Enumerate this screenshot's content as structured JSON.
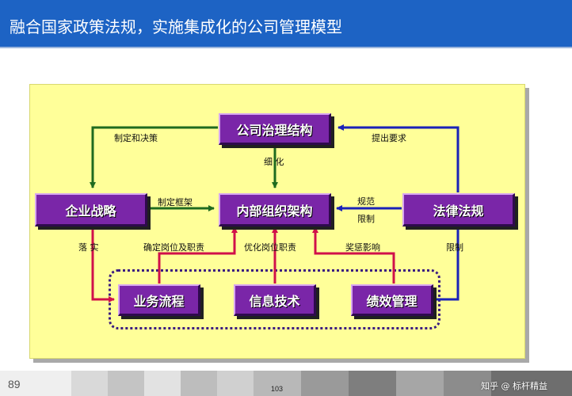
{
  "header": {
    "title": "融合国家政策法规，实施集成化的公司管理模型"
  },
  "nodes": {
    "governance": "公司治理结构",
    "strategy": "企业战略",
    "internal_org": "内部组织架构",
    "laws": "法律法规",
    "business_process": "业务流程",
    "info_tech": "信息技术",
    "performance": "绩效管理"
  },
  "labels": {
    "decide": "制定和决策",
    "request": "提出要求",
    "refine": "细 化",
    "framework": "制定框架",
    "regulate": "规范",
    "restrict": "限制",
    "implement": "落 实",
    "restrict2": "限制",
    "define_roles": "确定岗位及职责",
    "optimize_roles": "优化岗位职责",
    "reward_influence": "奖惩影响"
  },
  "footer": {
    "page_number": "89",
    "small_page_number": "103",
    "watermark": "知乎 @ 标杆精益"
  },
  "colors": {
    "header_bg": "#1d63c4",
    "panel_bg": "#ffff99",
    "node_fill": "#7a26a8",
    "arrow_green": "#1f6b1f",
    "arrow_blue": "#1a22b8",
    "arrow_red": "#d0104a",
    "dotted_border": "#3a1a80"
  }
}
